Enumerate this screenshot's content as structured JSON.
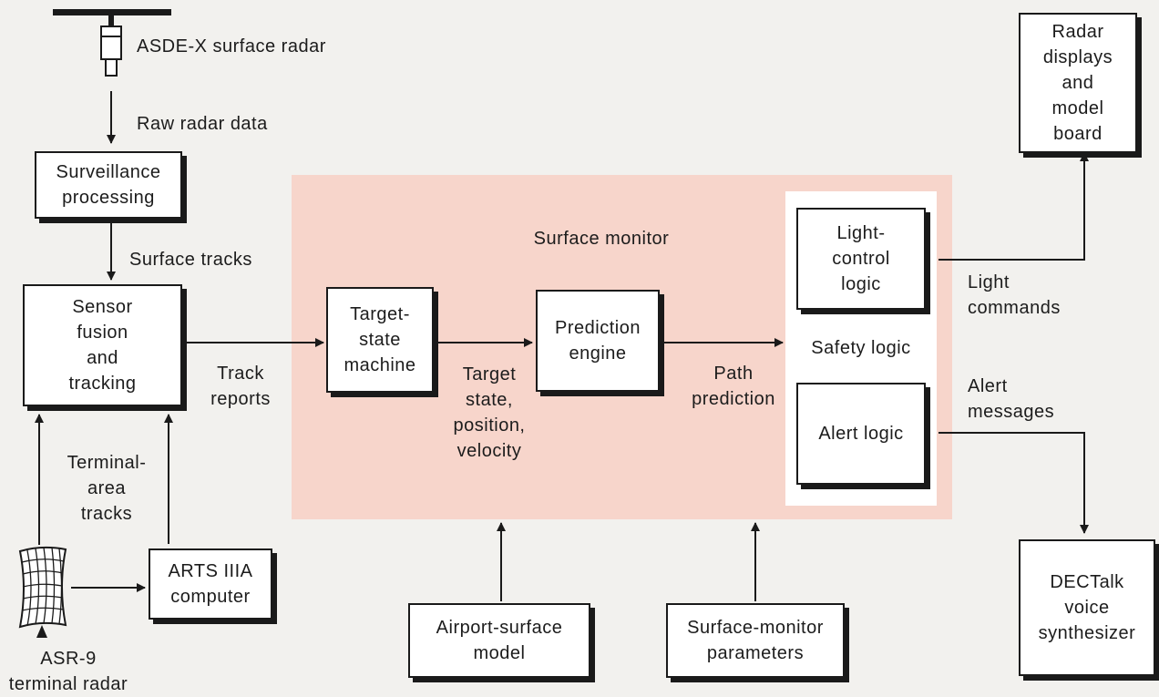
{
  "labels": {
    "asde_x": "ASDE-X surface radar",
    "raw_radar_data": "Raw radar data",
    "surface_tracks": "Surface tracks",
    "track_reports": "Track\nreports",
    "terminal_area_tracks": "Terminal-\narea\ntracks",
    "asr9": "ASR-9\nterminal radar",
    "surface_monitor": "Surface monitor",
    "safety_logic": "Safety logic",
    "target_state_position_velocity": "Target\nstate,\nposition,\nvelocity",
    "path_prediction": "Path\nprediction",
    "light_commands": "Light\ncommands",
    "alert_messages": "Alert\nmessages"
  },
  "boxes": {
    "surveillance_processing": "Surveillance\nprocessing",
    "sensor_fusion": "Sensor\nfusion\nand\ntracking",
    "arts_iiia": "ARTS IIIA\ncomputer",
    "target_state_machine": "Target-\nstate\nmachine",
    "prediction_engine": "Prediction\nengine",
    "light_control_logic": "Light-\ncontrol\nlogic",
    "alert_logic": "Alert logic",
    "radar_displays": "Radar\ndisplays\nand\nmodel\nboard",
    "airport_surface_model": "Airport-surface\nmodel",
    "surface_monitor_parameters": "Surface-monitor\nparameters",
    "dectalk": "DECTalk\nvoice\nsynthesizer"
  },
  "colors": {
    "surface_monitor_fill": "#f7d5cb",
    "background": "#f2f1ee",
    "line": "#1a1a1a"
  }
}
